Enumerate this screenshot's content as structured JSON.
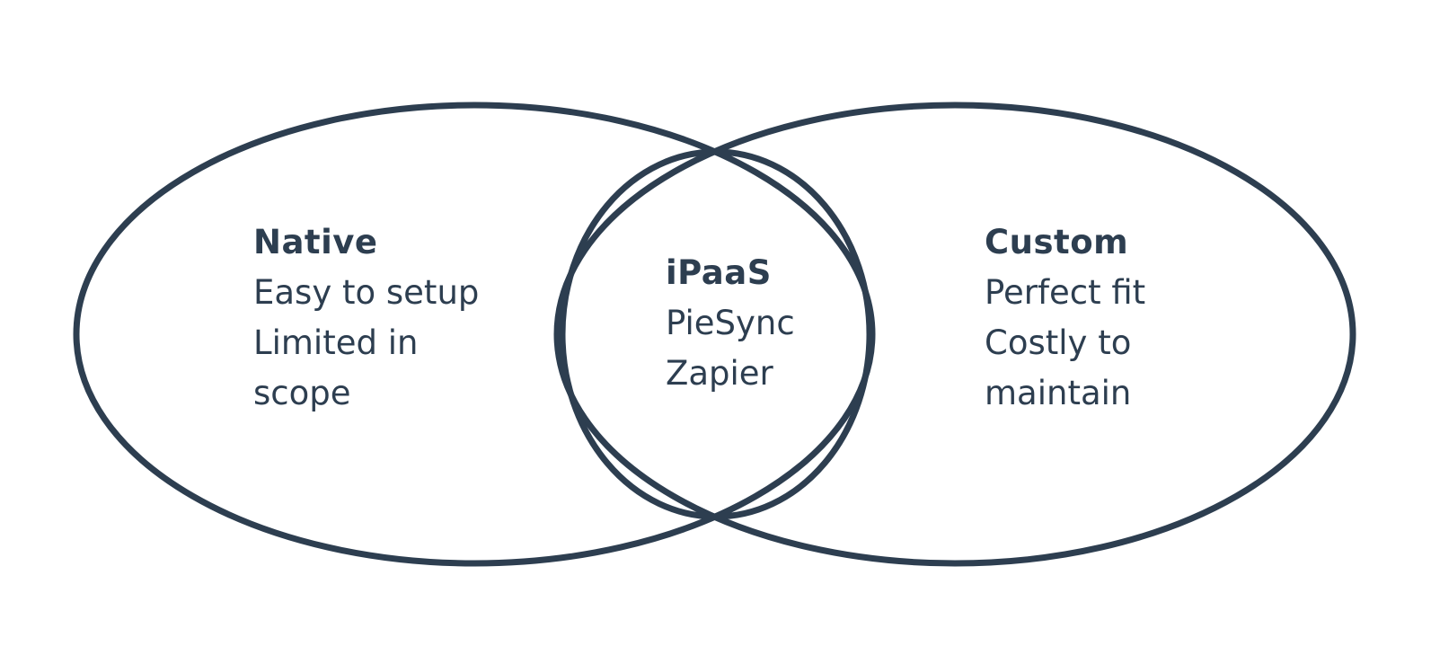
{
  "diagram": {
    "type": "venn",
    "stroke_color": "#2d3e50",
    "text_color": "#2d3e50",
    "background": "#ffffff",
    "sets": {
      "native": {
        "title": "Native",
        "lines": [
          "Easy to setup",
          "Limited in",
          "scope"
        ]
      },
      "ipaas": {
        "title": "iPaaS",
        "lines": [
          "PieSync",
          "Zapier"
        ]
      },
      "custom": {
        "title": "Custom",
        "lines": [
          "Perfect fit",
          "Costly to",
          "maintain"
        ]
      }
    }
  }
}
